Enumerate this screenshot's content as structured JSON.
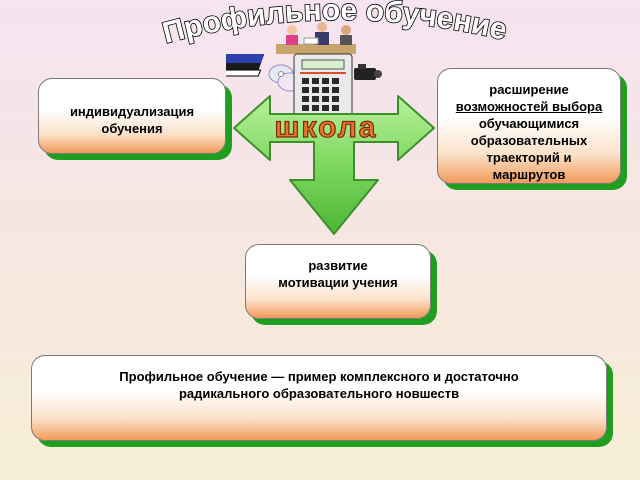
{
  "title": "Профильное обучение",
  "school_label": "школа",
  "boxes": {
    "left": {
      "line1": "индивидуализация",
      "line2": "обучения"
    },
    "right": {
      "line1": "расширение",
      "line2": "возможностей выбора",
      "line3": "обучающимися",
      "line4": "образовательных",
      "line5": "траекторий и",
      "line6": "маршрутов"
    },
    "bottom": {
      "line1": "развитие",
      "line2": "мотивации учения"
    },
    "wide": {
      "line1": "Профильное обучение — пример комплексного и достаточно",
      "line2": "радикального образовательного новшеств"
    }
  },
  "colors": {
    "accent_green": "#1f9e1f",
    "box_gradient_end": "#f39a5a",
    "school_text": "#e8762d"
  }
}
